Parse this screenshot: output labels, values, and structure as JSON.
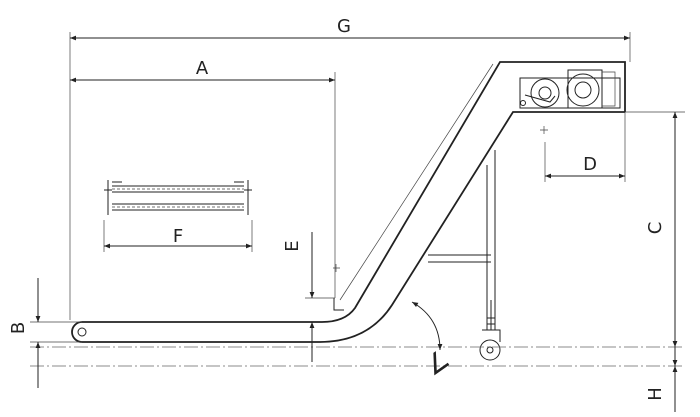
{
  "diagram": {
    "labels": {
      "G": "G",
      "A": "A",
      "F": "F",
      "E": "E",
      "D": "D",
      "C": "C",
      "B": "B",
      "H": "H",
      "angle": "∠"
    },
    "colors": {
      "line": "#222222",
      "background": "#ffffff"
    }
  }
}
